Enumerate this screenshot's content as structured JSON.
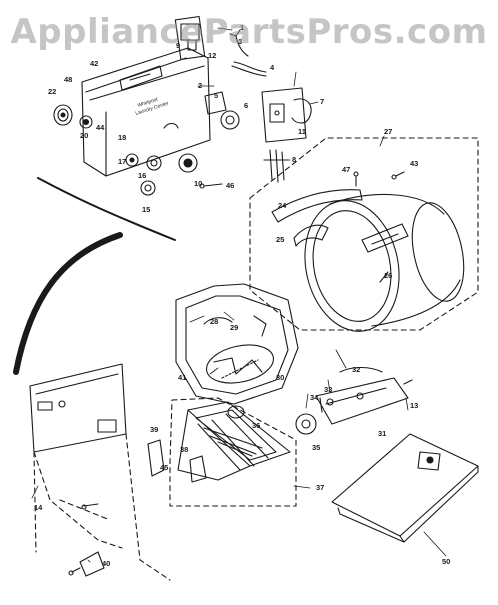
{
  "watermark": "AppliancePartsPros.com",
  "panel_brand": "Whirlpool",
  "panel_model": "Laundry Center",
  "callouts": [
    "1",
    "2",
    "3",
    "4",
    "5",
    "6",
    "7",
    "8",
    "9",
    "10",
    "11",
    "12",
    "13",
    "14",
    "15",
    "16",
    "17",
    "18",
    "20",
    "22",
    "24",
    "25",
    "26",
    "27",
    "28",
    "29",
    "30",
    "31",
    "32",
    "33",
    "34",
    "35",
    "36",
    "37",
    "38",
    "39",
    "40",
    "41",
    "42",
    "43",
    "44",
    "45",
    "46",
    "47",
    "48",
    "50"
  ],
  "colors": {
    "line": "#1a1a1a",
    "watermark": "#969696",
    "background": "#ffffff"
  }
}
